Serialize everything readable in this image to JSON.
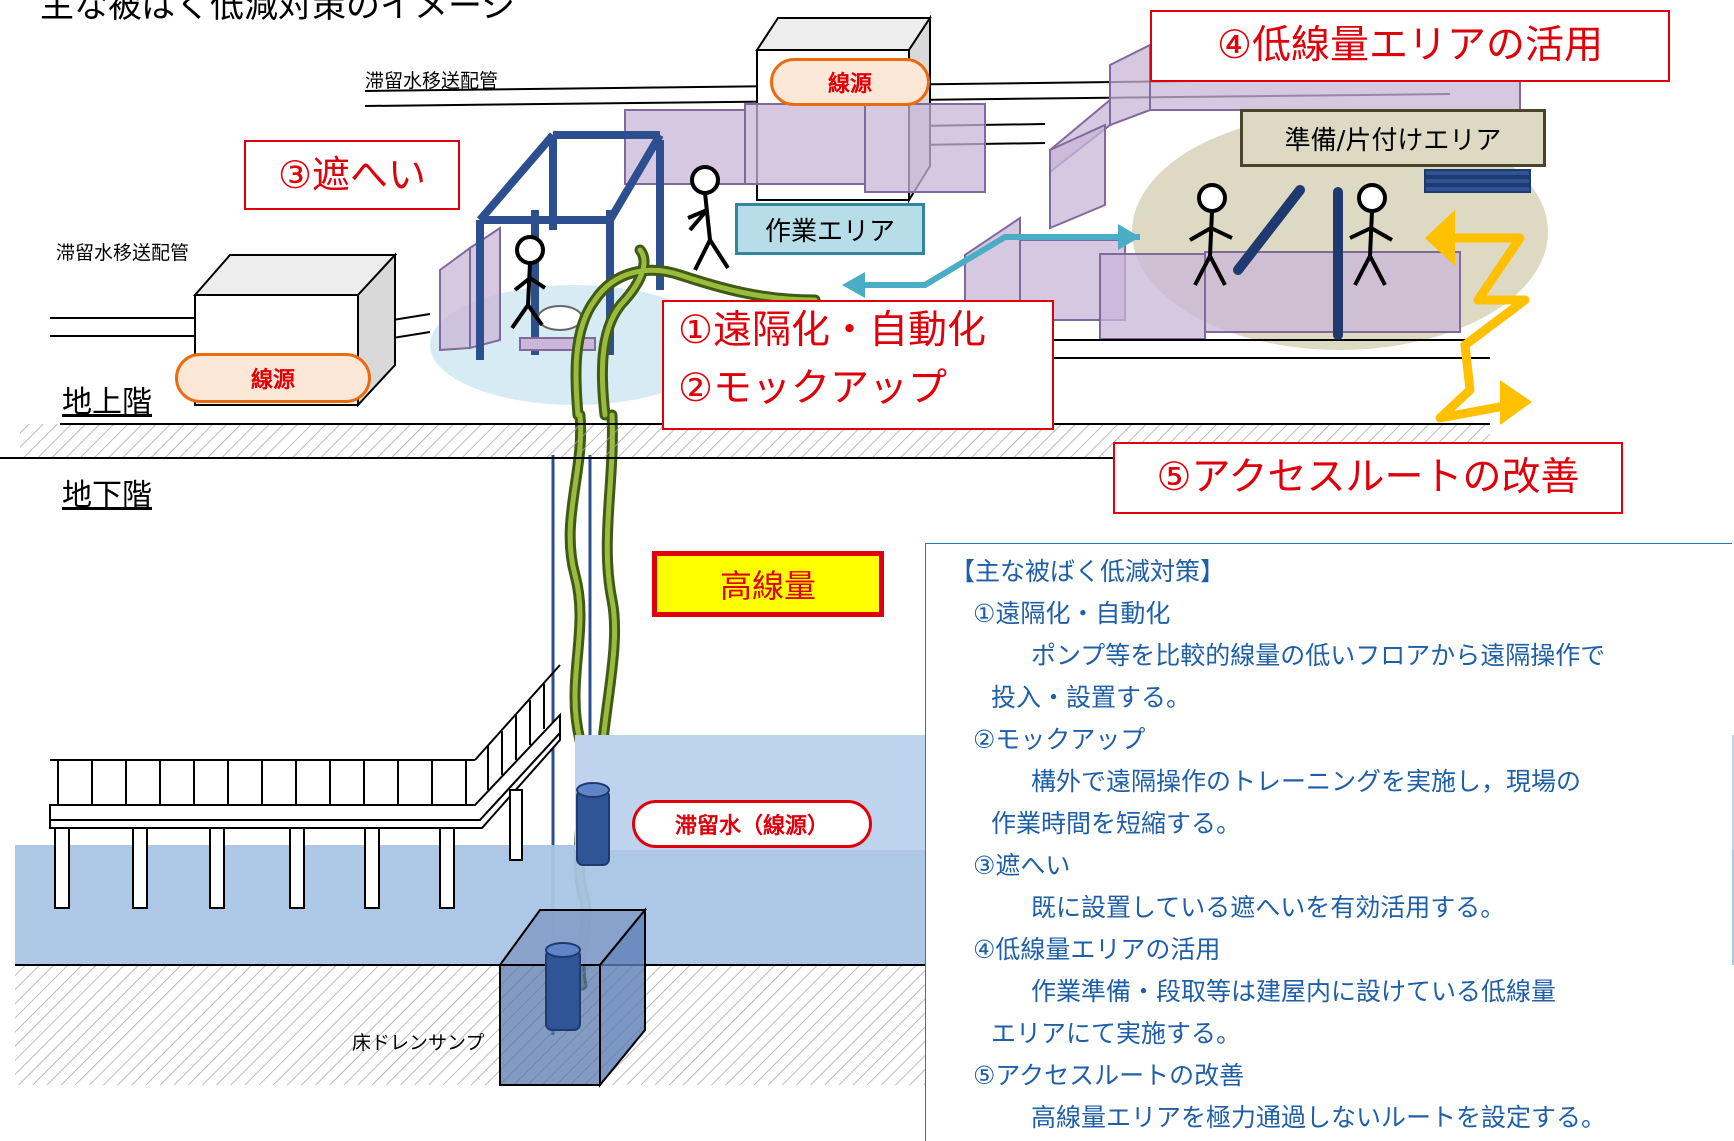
{
  "title_partial": "主な被ばく低減対策のイメージ",
  "floor_labels": {
    "above": "地上階",
    "below": "地下階"
  },
  "pipe_labels": {
    "top": "滞留水移送配管",
    "left": "滞留水移送配管"
  },
  "source_labels": {
    "top": "線源",
    "left": "線源"
  },
  "work_area": "作業エリア",
  "prep_area": "準備/片付けエリア",
  "high_dose": "高線量",
  "stagnant_water": "滞留水（線源）",
  "sump": "床ドレンサンプ",
  "callouts": {
    "c3": "③遮へい",
    "c4": "④低線量エリアの活用",
    "c12_line1": "①遠隔化・自動化",
    "c12_line2": "②モックアップ",
    "c5": "⑤アクセスルートの改善"
  },
  "legend": {
    "heading": "【主な被ばく低減対策】",
    "items": [
      {
        "title": "①遠隔化・自動化",
        "desc1": "ポンプ等を比較的線量の低いフロアから遠隔操作で",
        "desc2": "投入・設置する。"
      },
      {
        "title": "②モックアップ",
        "desc1": "構外で遠隔操作のトレーニングを実施し，現場の",
        "desc2": "作業時間を短縮する。"
      },
      {
        "title": "③遮へい",
        "desc1": "既に設置している遮へいを有効活用する。",
        "desc2": ""
      },
      {
        "title": "④低線量エリアの活用",
        "desc1": "作業準備・段取等は建屋内に設けている低線量",
        "desc2": "エリアにて実施する。"
      },
      {
        "title": "⑤アクセスルートの改善",
        "desc1": "高線量エリアを極力通過しないルートを設定する。",
        "desc2": ""
      }
    ]
  },
  "colors": {
    "callout_red": "#e0000a",
    "legend_blue": "#1f5fa8",
    "frame_blue": "#2e4f8f",
    "water": "#a9c4e6",
    "shield_purple": "#c9b6d8",
    "route_yellow": "#ffc000",
    "hose_green": "#5a7a22"
  }
}
